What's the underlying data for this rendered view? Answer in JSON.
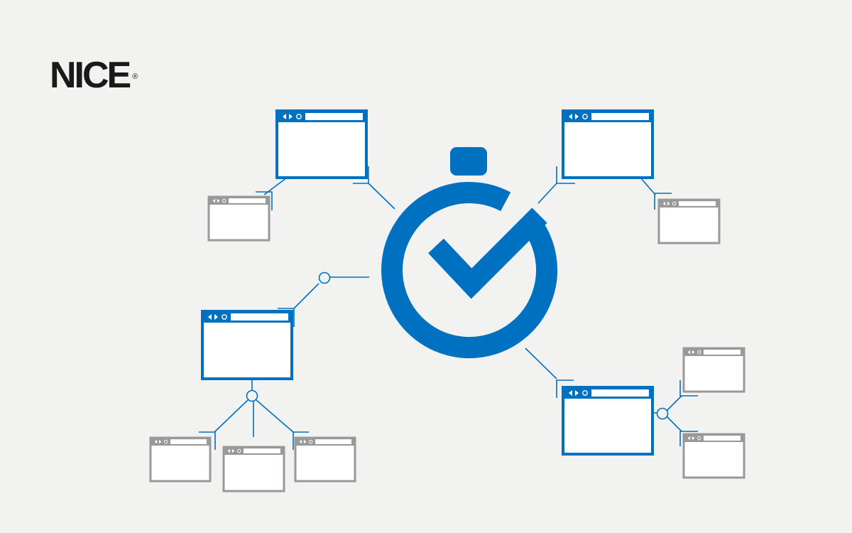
{
  "logo": {
    "text": "NICE",
    "registered_mark": "®"
  },
  "colors": {
    "background": "#f2f2f1",
    "primary": "#0070c0",
    "secondary": "#999999",
    "window_fill": "#ffffff",
    "logo_text": "#1a1a1a"
  },
  "icons": {
    "center": "stopwatch-check-icon",
    "window_controls": [
      "back-arrow-icon",
      "forward-arrow-icon",
      "refresh-icon"
    ]
  },
  "windows": {
    "primary_count": 4,
    "secondary_count": 7
  }
}
